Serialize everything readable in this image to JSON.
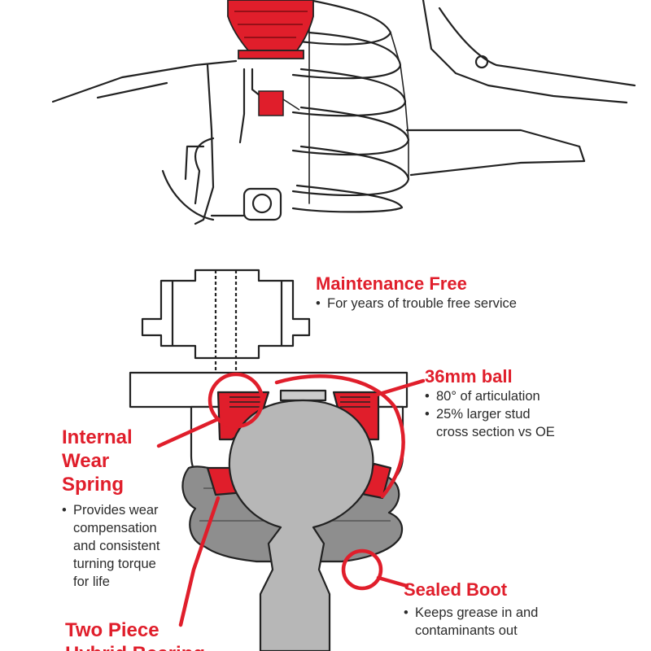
{
  "colors": {
    "accent": "#e01e2b",
    "outline": "#222222",
    "ball": "#b7b7b7",
    "boot": "#8e8e8e"
  },
  "callouts": {
    "maintenance": {
      "title": "Maintenance Free",
      "bullets": [
        "For years of trouble free service"
      ]
    },
    "ball": {
      "title": "36mm ball",
      "bullets": [
        "80° of articulation",
        "25% larger stud",
        "cross section vs OE"
      ]
    },
    "spring": {
      "title_lines": [
        "Internal",
        "Wear",
        "Spring"
      ],
      "bullets": [
        "Provides wear",
        "compensation",
        "and consistent",
        "turning torque",
        "for life"
      ]
    },
    "boot": {
      "title": "Sealed Boot",
      "bullets": [
        "Keeps grease in and",
        "contaminants out"
      ]
    },
    "bearing": {
      "title_lines": [
        "Two Piece",
        "Hybrid Bearing"
      ]
    }
  }
}
